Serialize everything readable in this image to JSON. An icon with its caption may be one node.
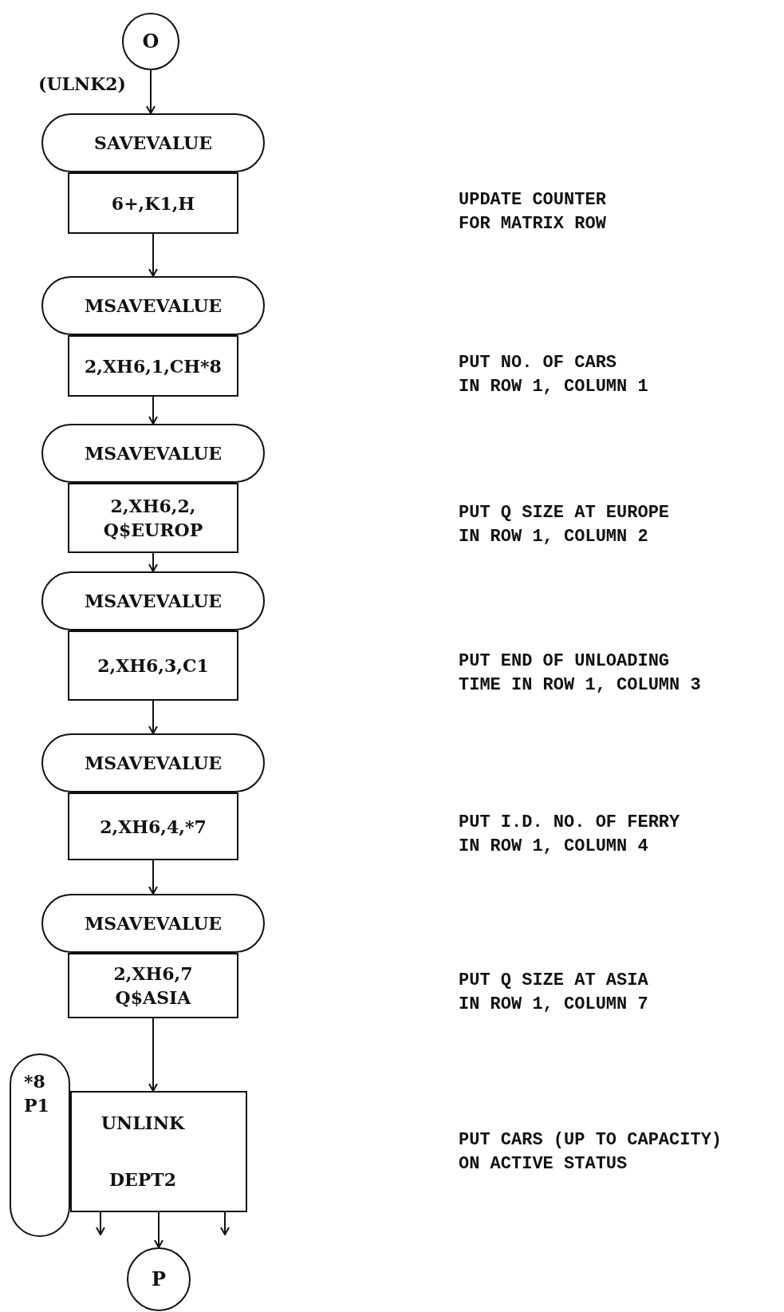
{
  "diagram": {
    "nodes": [
      {
        "text": [
          "O"
        ],
        "beside": [
          "(ULNK2)"
        ]
      },
      {
        "text": [
          "SAVEVALUE"
        ]
      },
      {
        "text": [
          "6+,K1,H"
        ]
      },
      {
        "text": [
          "MSAVEVALUE"
        ]
      },
      {
        "text": [
          "2,XH6,1,CH*8"
        ]
      },
      {
        "text": [
          "MSAVEVALUE"
        ]
      },
      {
        "text": [
          "2,XH6,2, Q$EUROP"
        ]
      },
      {
        "text": [
          "MSAVEVALUE"
        ]
      },
      {
        "text": [
          "2,XH6,3,C1"
        ]
      },
      {
        "text": [
          "MSAVEVALUE"
        ]
      },
      {
        "text": [
          "2,XH6,4,*7"
        ]
      },
      {
        "text": [
          "MSAVEVALUE"
        ]
      },
      {
        "text": [
          "2,XH6,7 Q$ASIA"
        ]
      },
      {
        "text": [
          "*8 P1"
        ]
      },
      {
        "text": [
          "UNLINK",
          "DEPT2"
        ]
      },
      {
        "text": [
          "P"
        ]
      }
    ],
    "edges": [
      {
        "from": 0,
        "to": 1,
        "arrow": "to"
      },
      {
        "from": 2,
        "to": 3,
        "arrow": "to"
      },
      {
        "from": 4,
        "to": 5,
        "arrow": "to"
      },
      {
        "from": 6,
        "to": 7,
        "arrow": "to"
      },
      {
        "from": 8,
        "to": 9,
        "arrow": "to"
      },
      {
        "from": 10,
        "to": 11,
        "arrow": "to"
      },
      {
        "from": 12,
        "to": 14,
        "arrow": "to"
      },
      {
        "from": 14,
        "to": null,
        "arrow": "to"
      },
      {
        "from": 14,
        "to": 15,
        "arrow": "to"
      },
      {
        "from": 14,
        "to": null,
        "arrow": "to"
      }
    ],
    "labels": [
      "UPDATE COUNTER FOR MATRIX ROW",
      "PUT NO. OF CARS IN ROW 1, COLUMN 1",
      "PUT Q SIZE AT EUROPE IN ROW 1, COLUMN 2",
      "PUT END OF UNLOADING TIME IN ROW 1, COLUMN 3",
      "PUT I.D. NO. OF FERRY IN ROW 1, COLUMN 4",
      "PUT Q SIZE AT ASIA IN ROW 1, COLUMN 7",
      "PUT CARS (UP TO CAPACITY) ON ACTIVE STATUS"
    ]
  }
}
